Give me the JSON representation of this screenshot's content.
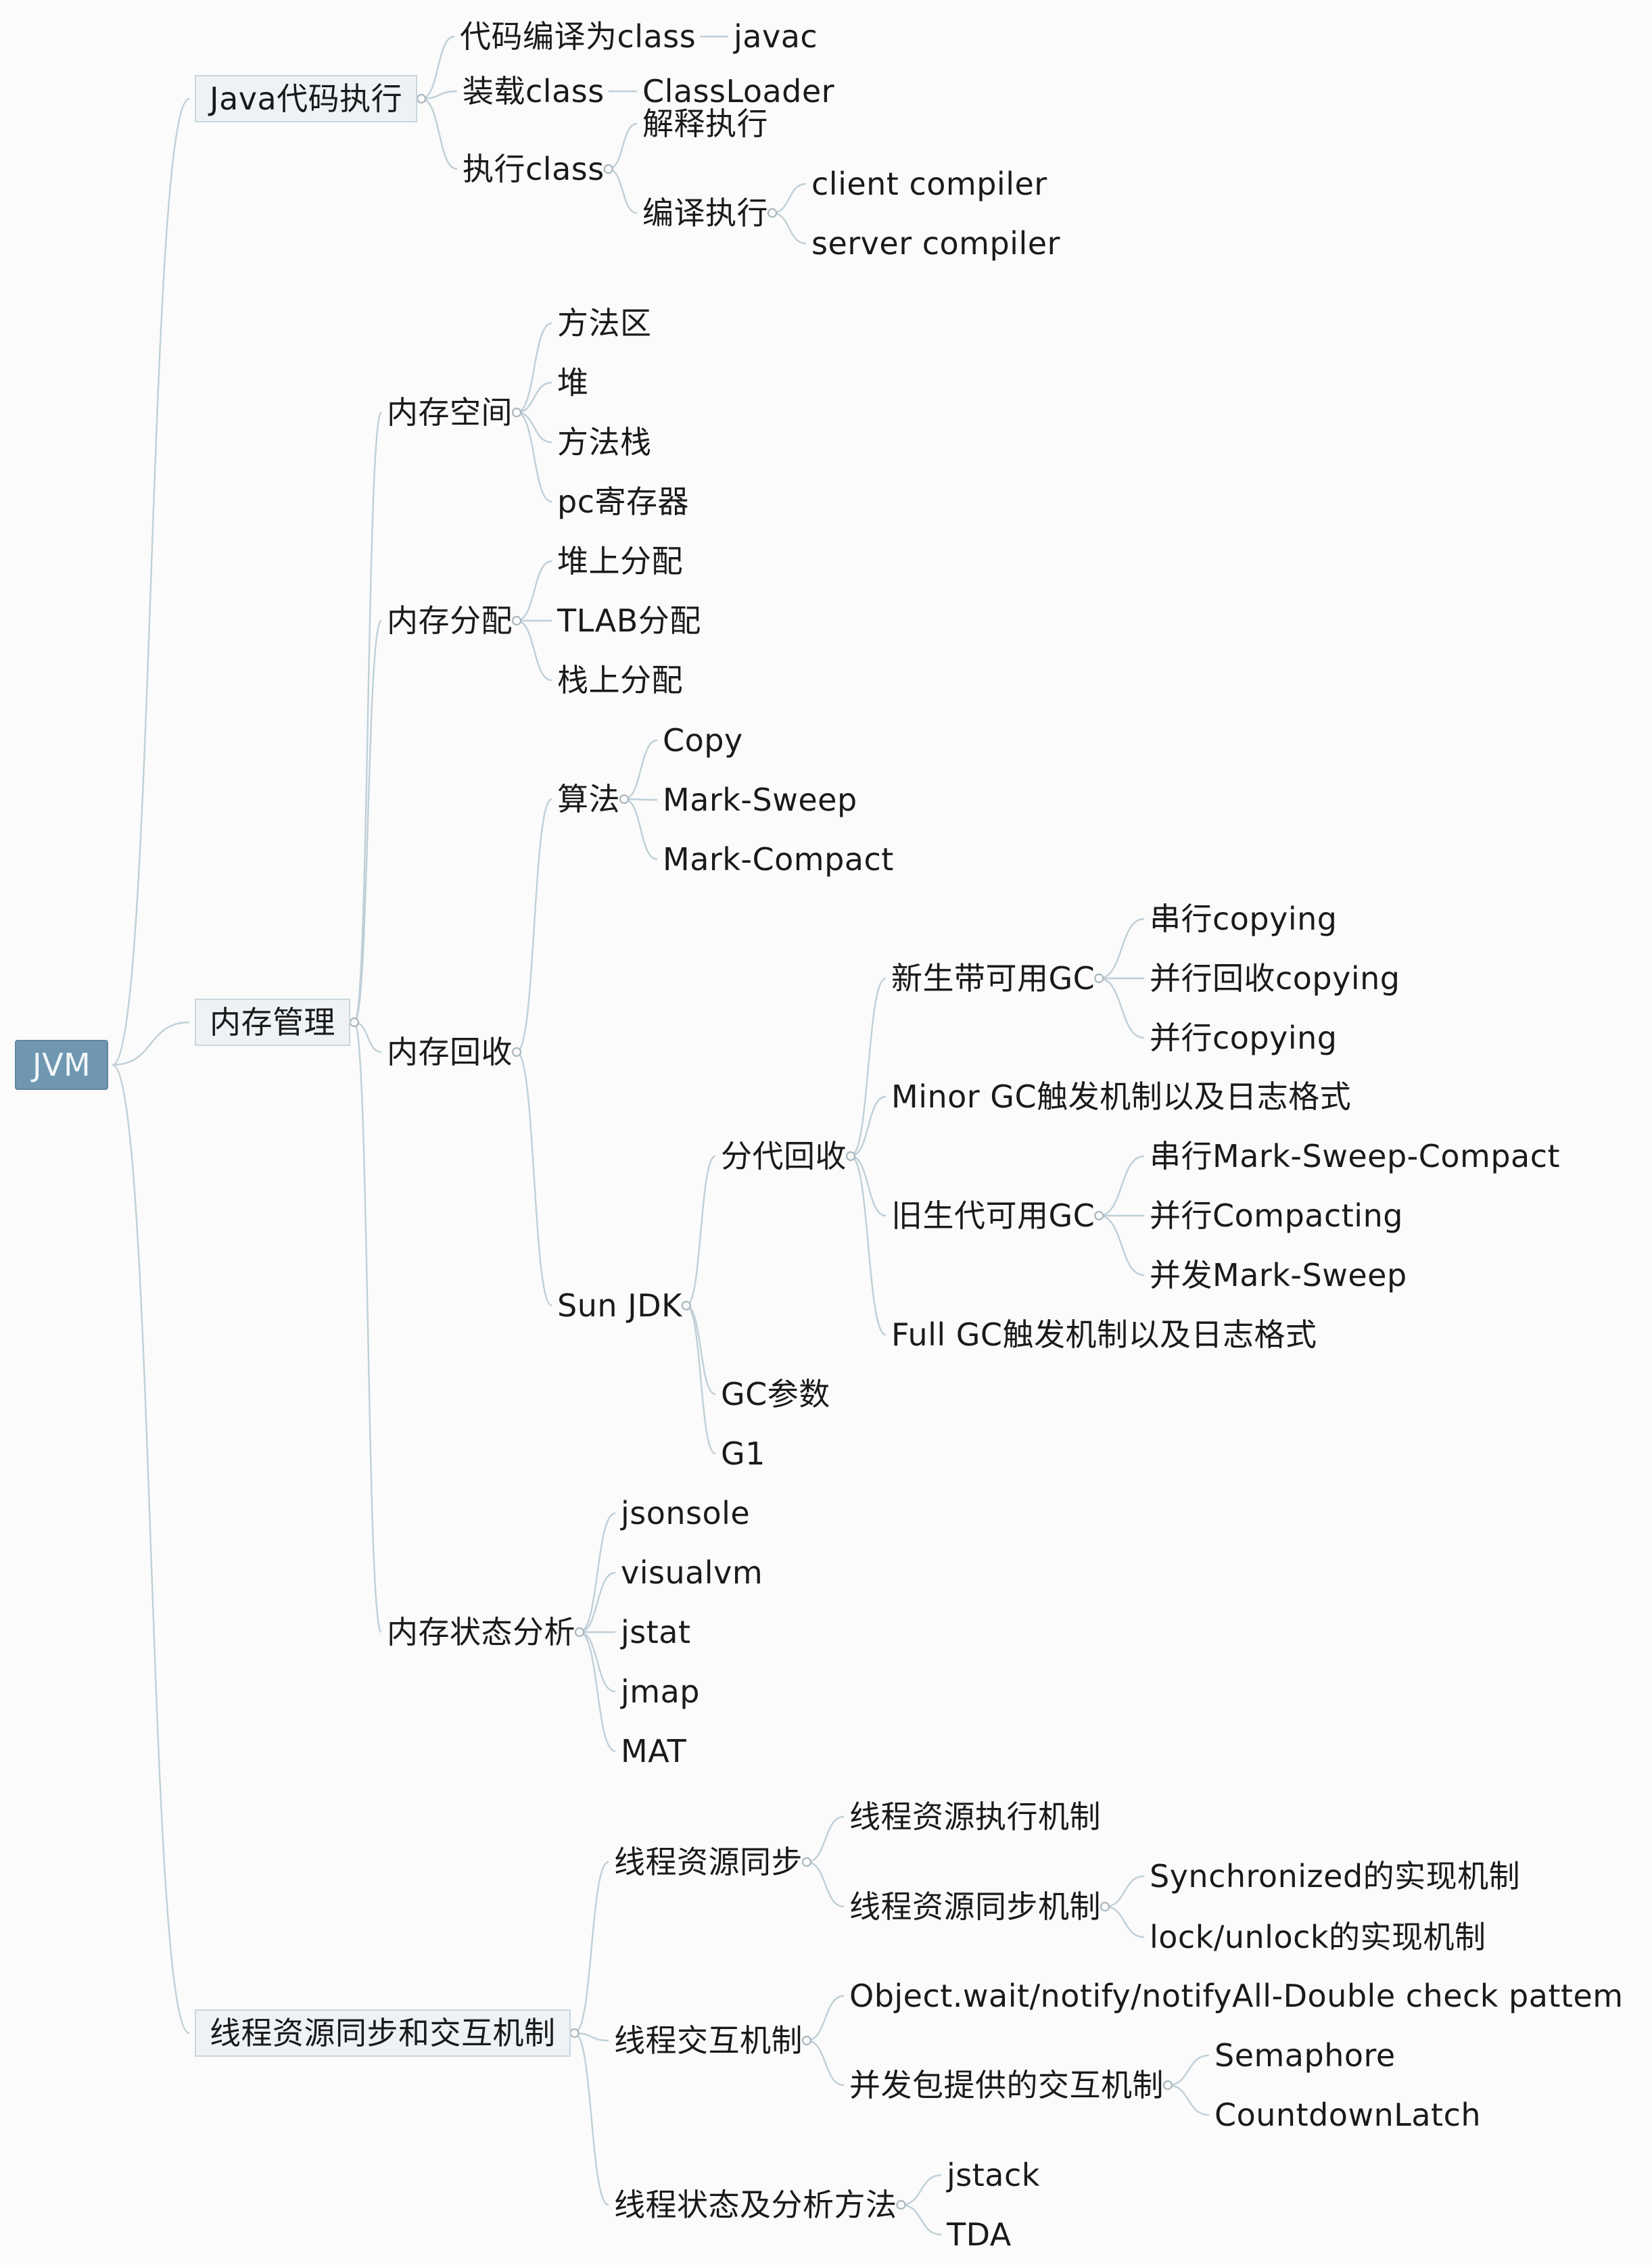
{
  "root": {
    "label": "JVM"
  },
  "java_exec": {
    "label": "Java代码执行",
    "compile": "代码编译为class",
    "javac": "javac",
    "load": "装载class",
    "classloader": "ClassLoader",
    "execute": "执行class",
    "interpret": "解释执行",
    "compiled": "编译执行",
    "client_compiler": "client compiler",
    "server_compiler": "server compiler"
  },
  "memory": {
    "label": "内存管理",
    "space": {
      "label": "内存空间",
      "items": [
        "方法区",
        "堆",
        "方法栈",
        "pc寄存器"
      ]
    },
    "alloc": {
      "label": "内存分配",
      "items": [
        "堆上分配",
        "TLAB分配",
        "栈上分配"
      ]
    },
    "gc": {
      "label": "内存回收",
      "algo": {
        "label": "算法",
        "items": [
          "Copy",
          "Mark-Sweep",
          "Mark-Compact"
        ]
      },
      "sunjdk": {
        "label": "Sun JDK",
        "generational": {
          "label": "分代回收",
          "young": {
            "label": "新生带可用GC",
            "items": [
              "串行copying",
              "并行回收copying",
              "并行copying"
            ]
          },
          "minor": "Minor GC触发机制以及日志格式",
          "old": {
            "label": "旧生代可用GC",
            "items": [
              "串行Mark-Sweep-Compact",
              "并行Compacting",
              "并发Mark-Sweep"
            ]
          },
          "full": "Full GC触发机制以及日志格式"
        },
        "params": "GC参数",
        "g1": "G1"
      }
    },
    "analysis": {
      "label": "内存状态分析",
      "items": [
        "jsonsole",
        "visualvm",
        "jstat",
        "jmap",
        "MAT"
      ]
    }
  },
  "thread": {
    "label": "线程资源同步和交互机制",
    "sync": {
      "label": "线程资源同步",
      "exec": "线程资源执行机制",
      "mech": {
        "label": "线程资源同步机制",
        "items": [
          "Synchronized的实现机制",
          "lock/unlock的实现机制"
        ]
      }
    },
    "interact": {
      "label": "线程交互机制",
      "wait": "Object.wait/notify/notifyAll-Double check pattem",
      "concurrent": {
        "label": "并发包提供的交互机制",
        "items": [
          "Semaphore",
          "CountdownLatch"
        ]
      }
    },
    "state": {
      "label": "线程状态及分析方法",
      "items": [
        "jstack",
        "TDA"
      ]
    }
  }
}
